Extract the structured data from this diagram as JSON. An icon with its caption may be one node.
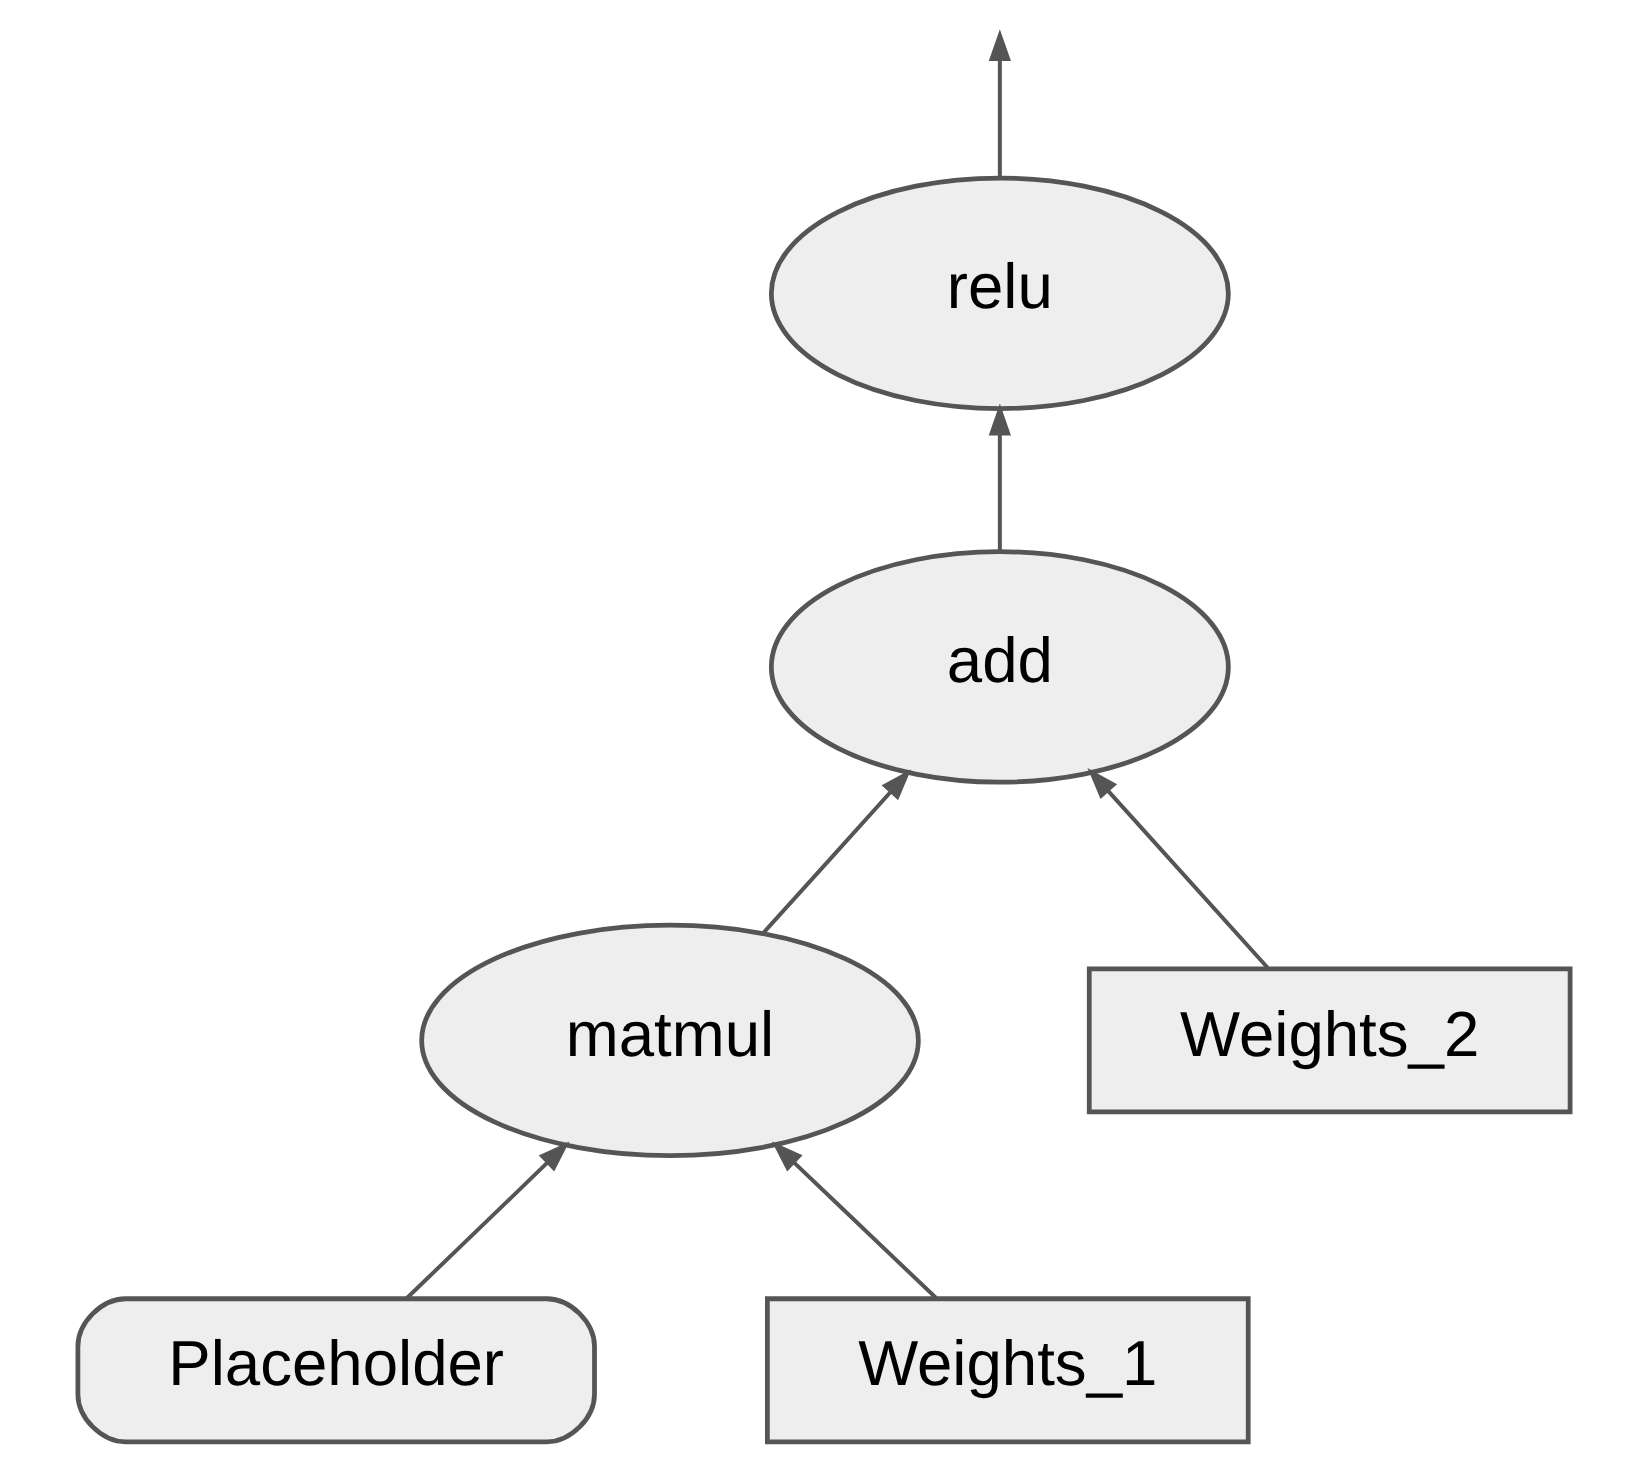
{
  "diagram": {
    "nodes": [
      {
        "text": [
          "relu"
        ]
      },
      {
        "text": [
          "add"
        ]
      },
      {
        "text": [
          "matmul"
        ]
      },
      {
        "text": [
          "Weights_2"
        ]
      },
      {
        "text": [
          "Placeholder"
        ]
      },
      {
        "text": [
          "Weights_1"
        ]
      }
    ],
    "edges": [
      {
        "from": 0,
        "to": null,
        "arrow": "to"
      },
      {
        "from": 1,
        "to": 0,
        "arrow": "to"
      },
      {
        "from": 2,
        "to": 1,
        "arrow": "to"
      },
      {
        "from": 3,
        "to": 1,
        "arrow": "to"
      },
      {
        "from": 4,
        "to": 2,
        "arrow": "to"
      },
      {
        "from": 5,
        "to": 2,
        "arrow": "to"
      }
    ]
  }
}
